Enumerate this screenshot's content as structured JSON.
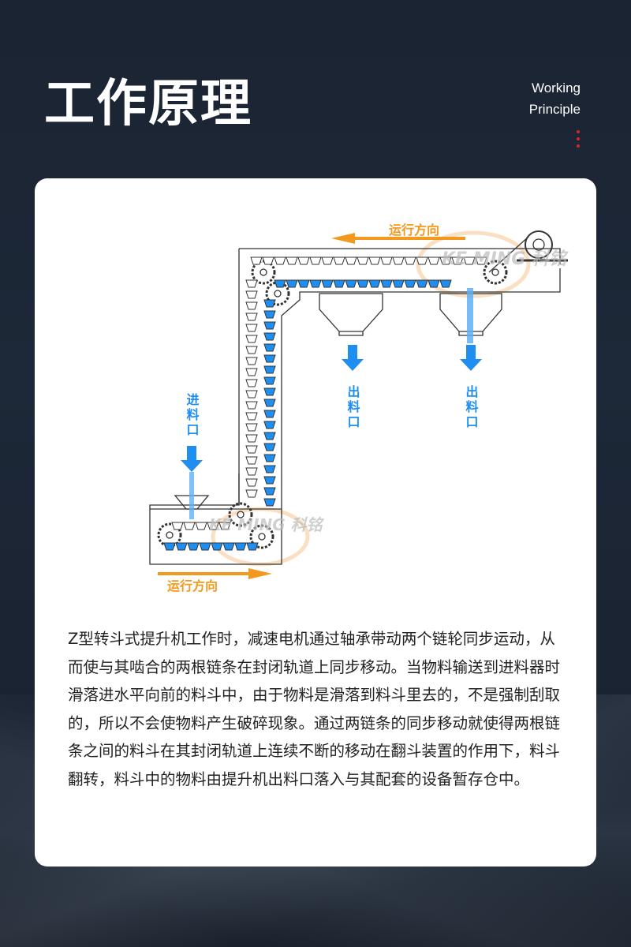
{
  "header": {
    "title": "工作原理",
    "subtitle_line1": "Working",
    "subtitle_line2": "Principle"
  },
  "diagram": {
    "direction_top": "运行方向",
    "direction_bottom": "运行方向",
    "inlet_label": "进料口",
    "outlet_label_1": "出料口",
    "outlet_label_2": "出料口",
    "watermark_top": "KE MING 科铭",
    "watermark_bottom": "KE MING 科铭",
    "colors": {
      "arrow_orange": "#f39a1e",
      "material_blue": "#1e8ff0",
      "line": "#333333"
    }
  },
  "description": "Z型转斗式提升机工作时，减速电机通过轴承带动两个链轮同步运动，从而使与其啮合的两根链条在封闭轨道上同步移动。当物料输送到进料器时滑落进水平向前的料斗中，由于物料是滑落到料斗里去的，不是强制刮取的，所以不会使物料产生破碎现象。通过两链条的同步移动就使得两根链条之间的料斗在其封闭轨道上连续不断的移动在翻斗装置的作用下，料斗翻转，料斗中的物料由提升机出料口落入与其配套的设备暂存仓中。"
}
